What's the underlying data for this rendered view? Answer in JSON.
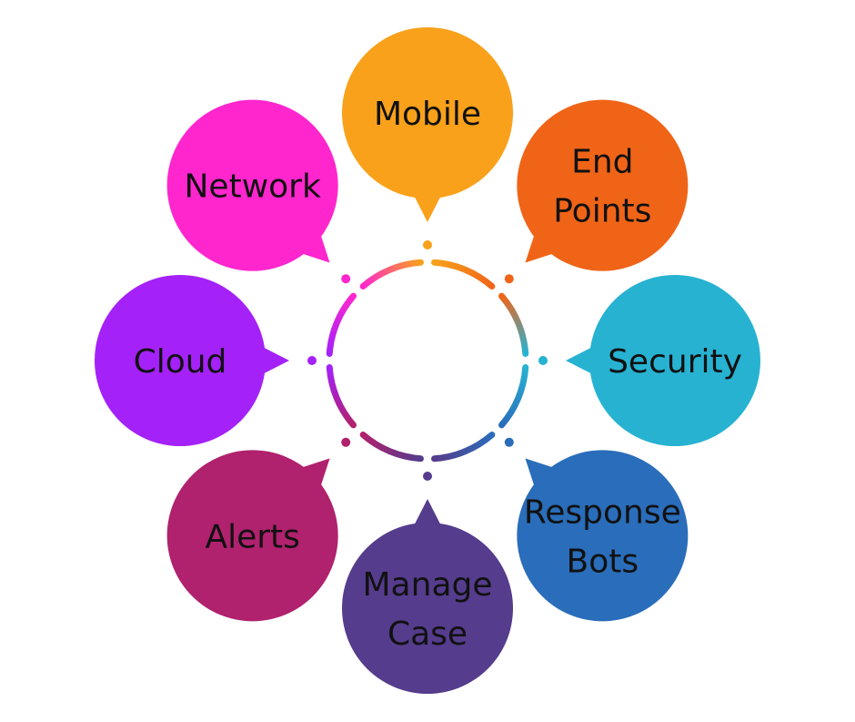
{
  "diagram": {
    "bubbles": [
      {
        "id": "mobile",
        "lines": [
          "Mobile"
        ],
        "color": "#F9A11B"
      },
      {
        "id": "endpoints",
        "lines": [
          "End",
          "Points"
        ],
        "color": "#F06418"
      },
      {
        "id": "security",
        "lines": [
          "Security"
        ],
        "color": "#27B2D2"
      },
      {
        "id": "response",
        "lines": [
          "Response",
          "Bots"
        ],
        "color": "#2A6DBA"
      },
      {
        "id": "manage",
        "lines": [
          "Manage",
          "Case"
        ],
        "color": "#553C8C"
      },
      {
        "id": "alerts",
        "lines": [
          "Alerts"
        ],
        "color": "#B0216E"
      },
      {
        "id": "cloud",
        "lines": [
          "Cloud"
        ],
        "color": "#A422F8"
      },
      {
        "id": "network",
        "lines": [
          "Network"
        ],
        "color": "#FF26CE"
      }
    ],
    "label_color": "#111111"
  }
}
